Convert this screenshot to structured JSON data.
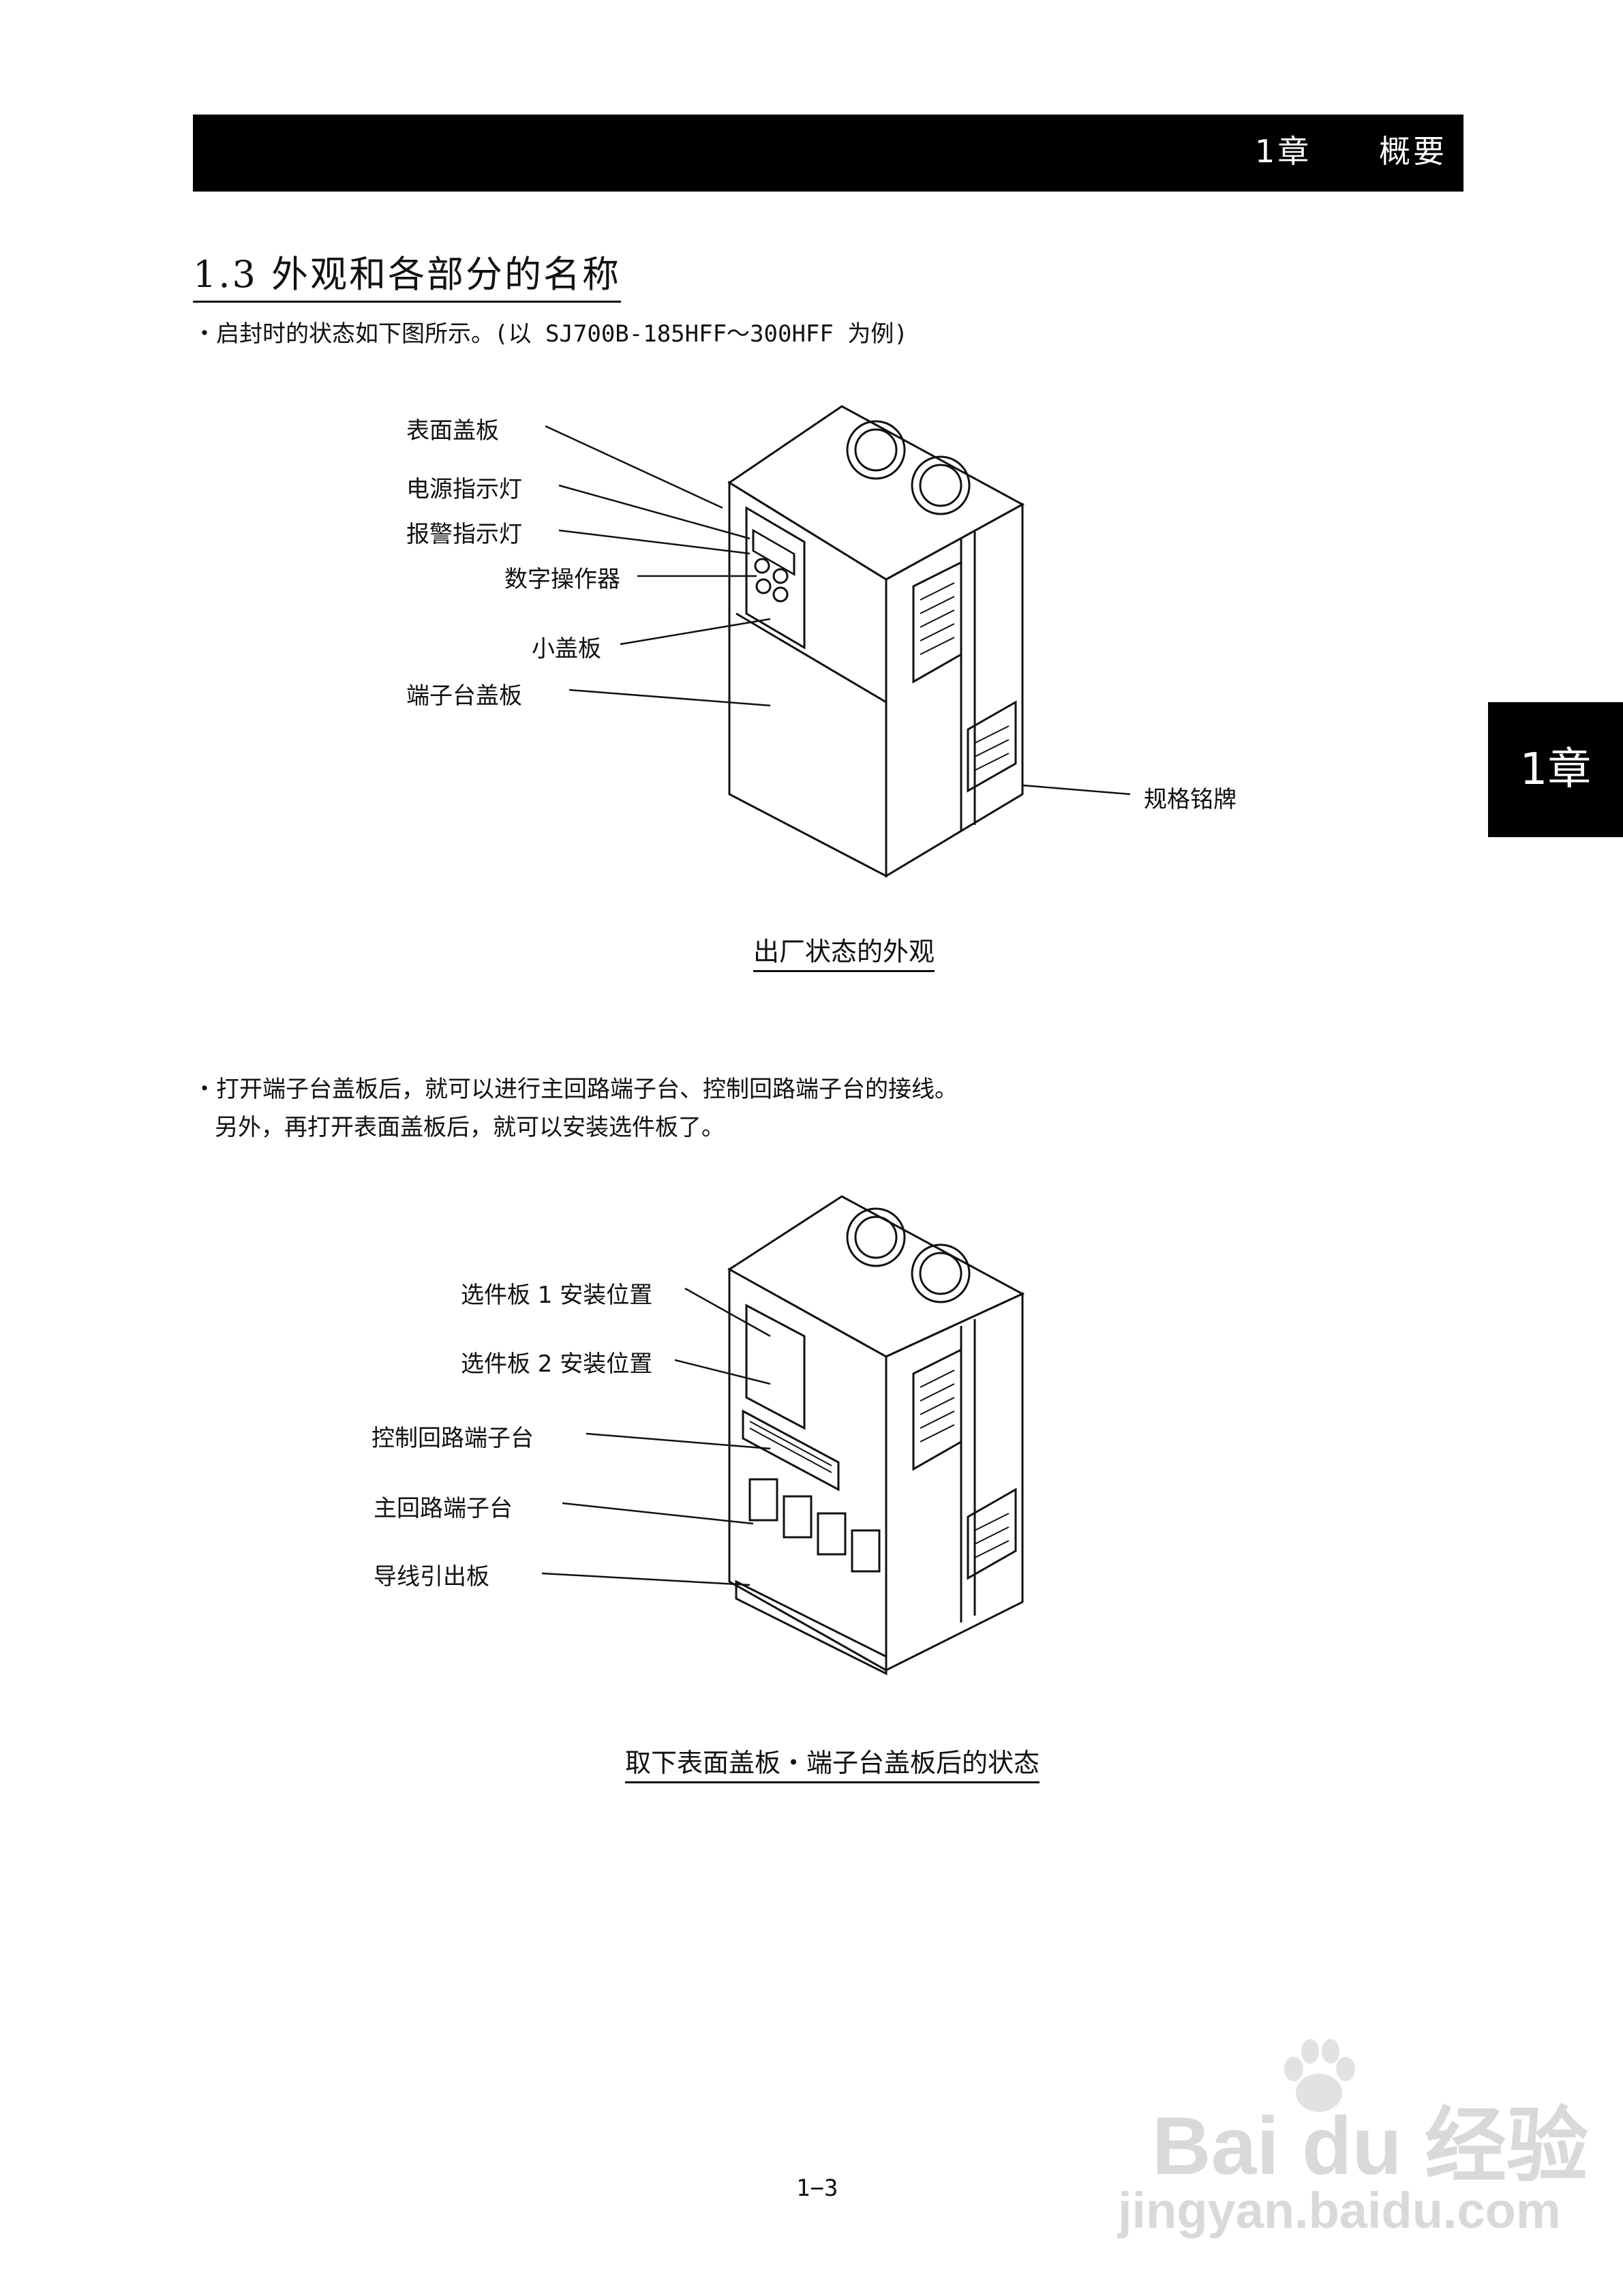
{
  "header": {
    "chapter": "1章",
    "title": "概要"
  },
  "side_tab": {
    "label": "1章"
  },
  "section": {
    "title": "1.3 外观和各部分的名称"
  },
  "note1": "・启封时的状态如下图所示。(以 SJ700B-185HFF～300HFF 为例)",
  "figure1": {
    "labels": {
      "front_cover": "表面盖板",
      "power_led": "电源指示灯",
      "alarm_led": "报警指示灯",
      "operator": "数字操作器",
      "small_cover": "小盖板",
      "terminal_cover": "端子台盖板",
      "nameplate": "规格铭牌"
    },
    "caption": "出厂状态的外观"
  },
  "note2": {
    "line1": "・打开端子台盖板后，就可以进行主回路端子台、控制回路端子台的接线。",
    "line2": "另外，再打开表面盖板后，就可以安装选件板了。"
  },
  "figure2": {
    "labels": {
      "option1": "选件板 1 安装位置",
      "option2": "选件板 2 安装位置",
      "control_terminal": "控制回路端子台",
      "main_terminal": "主回路端子台",
      "wiring_plate": "导线引出板"
    },
    "caption": "取下表面盖板・端子台盖板后的状态"
  },
  "page_number": "1−3",
  "watermark": {
    "brand": "Bai du 经验",
    "url": "jingyan.baidu.com"
  }
}
